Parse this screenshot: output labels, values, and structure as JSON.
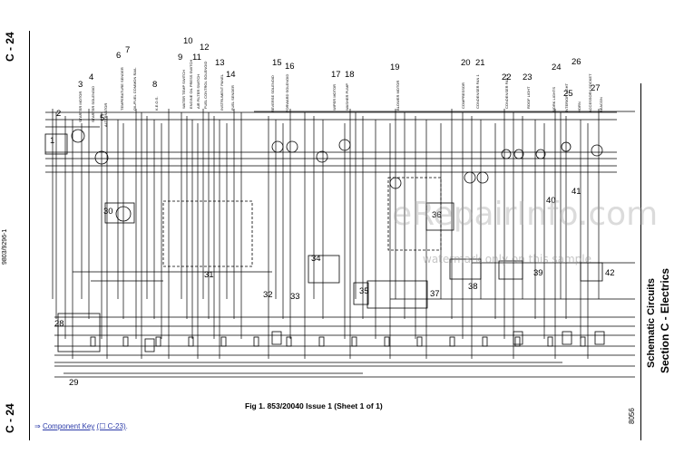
{
  "page_ref_top": "C - 24",
  "page_ref_bottom": "C - 24",
  "doc_number": "9803/9296-1",
  "section_title": "Section C - Electrics",
  "section_subtitle": "Schematic Circuits",
  "doc_code": "8056",
  "figure_caption": "Fig 1.  853/20040 Issue 1 (Sheet 1 of 1)",
  "component_key": {
    "arrow": "⇒",
    "label": "Component Key",
    "ref": "(☐ C-23)",
    "tail": "."
  },
  "watermark": {
    "site": "eRepairInfo.com",
    "note": "watermark only on this sample"
  },
  "component_numbers": [
    "1",
    "2",
    "3",
    "4",
    "5",
    "6",
    "7",
    "8",
    "9",
    "10",
    "11",
    "12",
    "13",
    "14",
    "15",
    "16",
    "17",
    "18",
    "19",
    "20",
    "21",
    "22",
    "23",
    "24",
    "25",
    "26",
    "27",
    "28",
    "29",
    "30",
    "31",
    "32",
    "33",
    "34",
    "35",
    "36",
    "37",
    "38",
    "39",
    "40",
    "41",
    "42"
  ],
  "component_labels": [
    "STARTER MOTOR",
    "STARTER SOLENOID",
    "ALTERNATOR",
    "TEMPERATURE SENDER",
    "OIL/FUEL COMMON RAIL",
    "K.E.O.S.",
    "WATER TEMP SWITCH",
    "ENGINE OIL PRESS SWITCH",
    "AIR FILTER SWITCH",
    "FUEL CONTROL SOLENOID",
    "INSTRUMENT PANEL",
    "FUEL SENDER",
    "REVERSE SOLENOID",
    "FORWARD SOLENOID",
    "WIPER MOTOR",
    "WASHER PUMP",
    "BLOWER MOTOR",
    "COMPRESSOR",
    "CONDENSER FAN 1",
    "CONDENSER FAN 2",
    "ROOF LIGHT",
    "WORK LIGHTS",
    "INTERIOR LIGHT",
    "HORN",
    "ACCESSORY SOCKET",
    "BEACON"
  ]
}
